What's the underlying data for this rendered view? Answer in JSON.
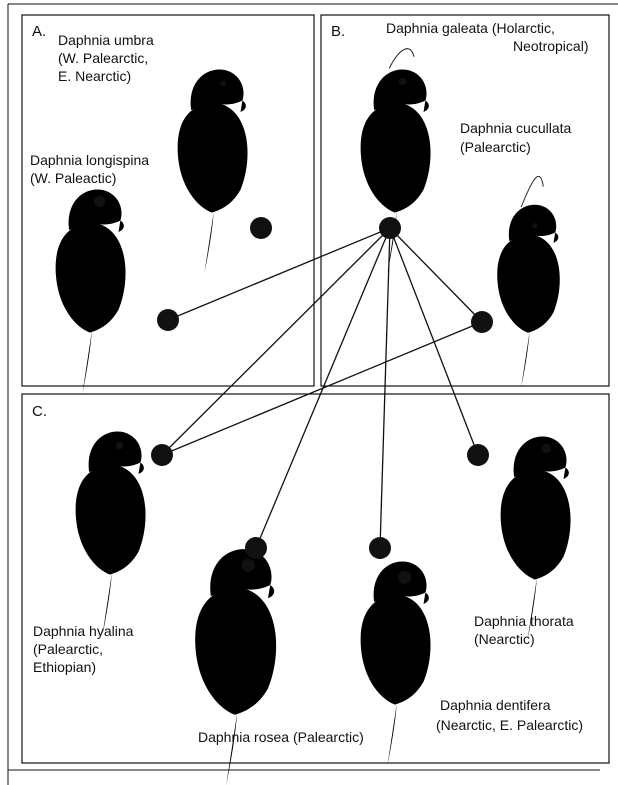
{
  "panels": {
    "a": {
      "label": "A."
    },
    "b": {
      "label": "B."
    },
    "c": {
      "label": "C."
    }
  },
  "species": {
    "umbra": {
      "lines": [
        "Daphnia umbra",
        "(W. Palearctic,",
        "E. Nearctic)"
      ]
    },
    "longispina": {
      "lines": [
        "Daphnia longispina",
        "(W. Paleactic)"
      ]
    },
    "galeata": {
      "lines": [
        "Daphnia galeata (Holarctic,",
        "Neotropical)"
      ]
    },
    "cucullata": {
      "lines": [
        "Daphnia cucullata",
        "(Palearctic)"
      ]
    },
    "hyalina": {
      "lines": [
        "Daphnia hyalina",
        "(Palearctic,",
        "Ethiopian)"
      ]
    },
    "rosea": {
      "lines": [
        "Daphnia rosea (Palearctic)"
      ]
    },
    "dentifera": {
      "lines": [
        "Daphnia dentifera",
        "(Nearctic, E. Palearctic)"
      ]
    },
    "thorata": {
      "lines": [
        "Daphnia thorata",
        "(Nearctic)"
      ]
    }
  },
  "colors": {
    "ink": "#111111",
    "background": "#ffffff"
  }
}
